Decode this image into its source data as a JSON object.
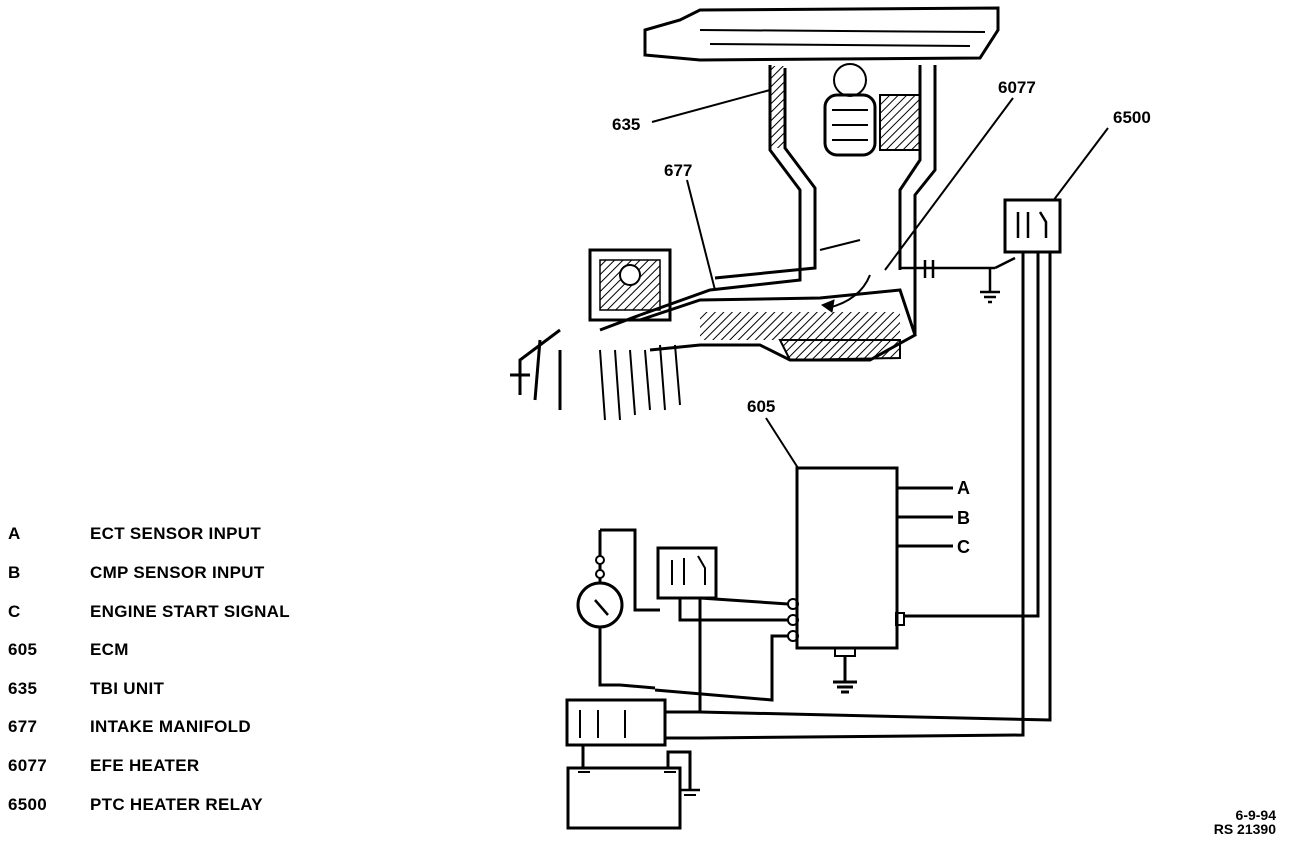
{
  "legend": [
    {
      "key": "A",
      "desc": "ECT SENSOR INPUT"
    },
    {
      "key": "B",
      "desc": "CMP SENSOR INPUT"
    },
    {
      "key": "C",
      "desc": "ENGINE START SIGNAL"
    },
    {
      "key": "605",
      "desc": "ECM"
    },
    {
      "key": "635",
      "desc": "TBI UNIT"
    },
    {
      "key": "677",
      "desc": "INTAKE MANIFOLD"
    },
    {
      "key": "6077",
      "desc": "EFE HEATER"
    },
    {
      "key": "6500",
      "desc": "PTC HEATER RELAY"
    }
  ],
  "callouts": {
    "tbi": "635",
    "manifold": "677",
    "efe": "6077",
    "relay": "6500",
    "ecm": "605",
    "a": "A",
    "b": "B",
    "c": "C"
  },
  "footer": {
    "date": "6-9-94",
    "ref": "RS 21390"
  }
}
